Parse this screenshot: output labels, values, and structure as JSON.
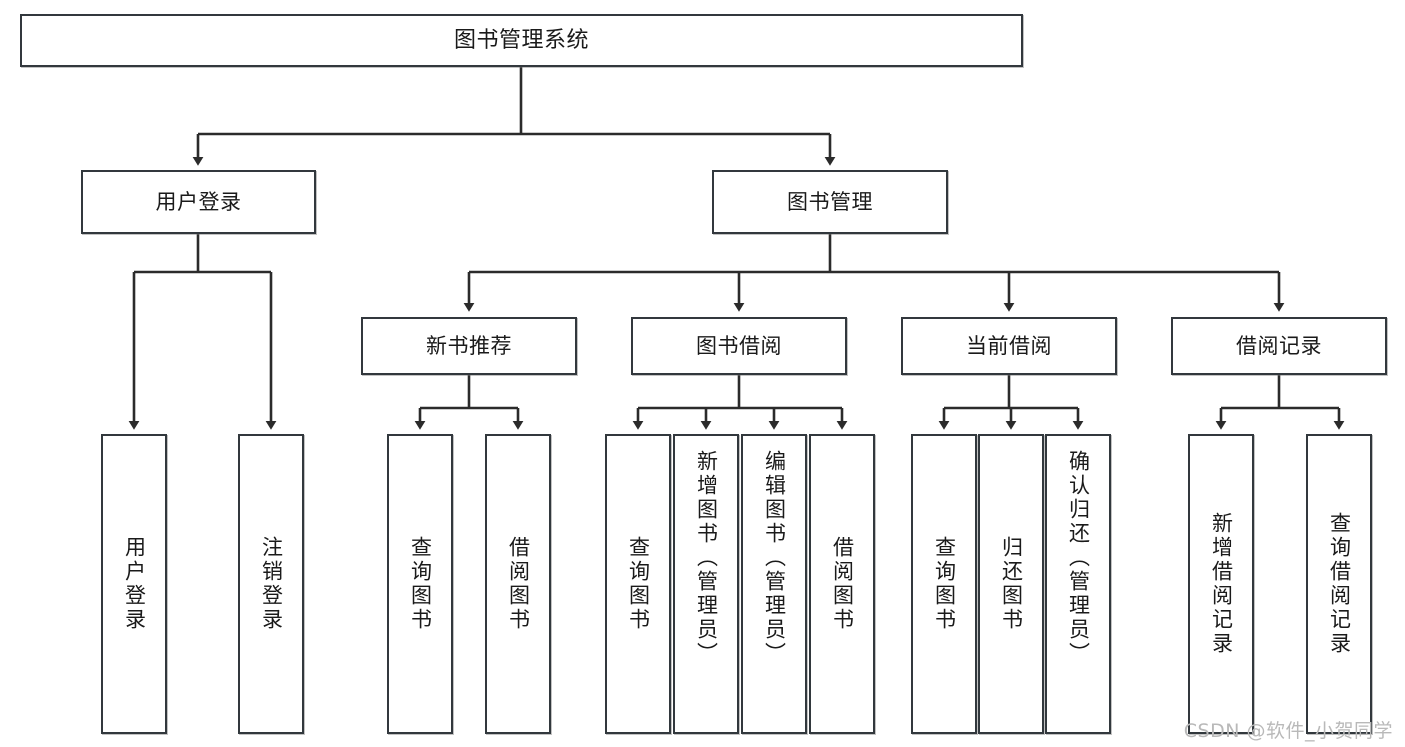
{
  "diagram": {
    "type": "tree-hierarchy-chart",
    "title": "图书管理系统",
    "watermark": "CSDN @软件_小贺同学",
    "colors": {
      "background": "#ffffff",
      "node_border": "#32383d",
      "node_fill": "#ffffff",
      "connector": "#2b2b2b",
      "text": "#1a1a1a",
      "watermark": "#b9b9b9"
    },
    "levels": {
      "root": {
        "label": "图书管理系统"
      },
      "level2": [
        {
          "label": "用户登录"
        },
        {
          "label": "图书管理"
        }
      ],
      "level3": [
        {
          "label": "新书推荐"
        },
        {
          "label": "图书借阅"
        },
        {
          "label": "当前借阅"
        },
        {
          "label": "借阅记录"
        }
      ],
      "leaves": {
        "user_login": [
          {
            "label": "用户登录"
          },
          {
            "label": "注销登录"
          }
        ],
        "new_book_recommend": [
          {
            "label": "查询图书"
          },
          {
            "label": "借阅图书"
          }
        ],
        "book_borrow": [
          {
            "label": "查询图书"
          },
          {
            "label": "新增图书（管理员）"
          },
          {
            "label": "编辑图书（管理员）"
          },
          {
            "label": "借阅图书"
          }
        ],
        "current_borrow": [
          {
            "label": "查询图书"
          },
          {
            "label": "归还图书"
          },
          {
            "label": "确认归还（管理员）"
          }
        ],
        "borrow_record": [
          {
            "label": "新增借阅记录"
          },
          {
            "label": "查询借阅记录"
          }
        ]
      }
    }
  }
}
